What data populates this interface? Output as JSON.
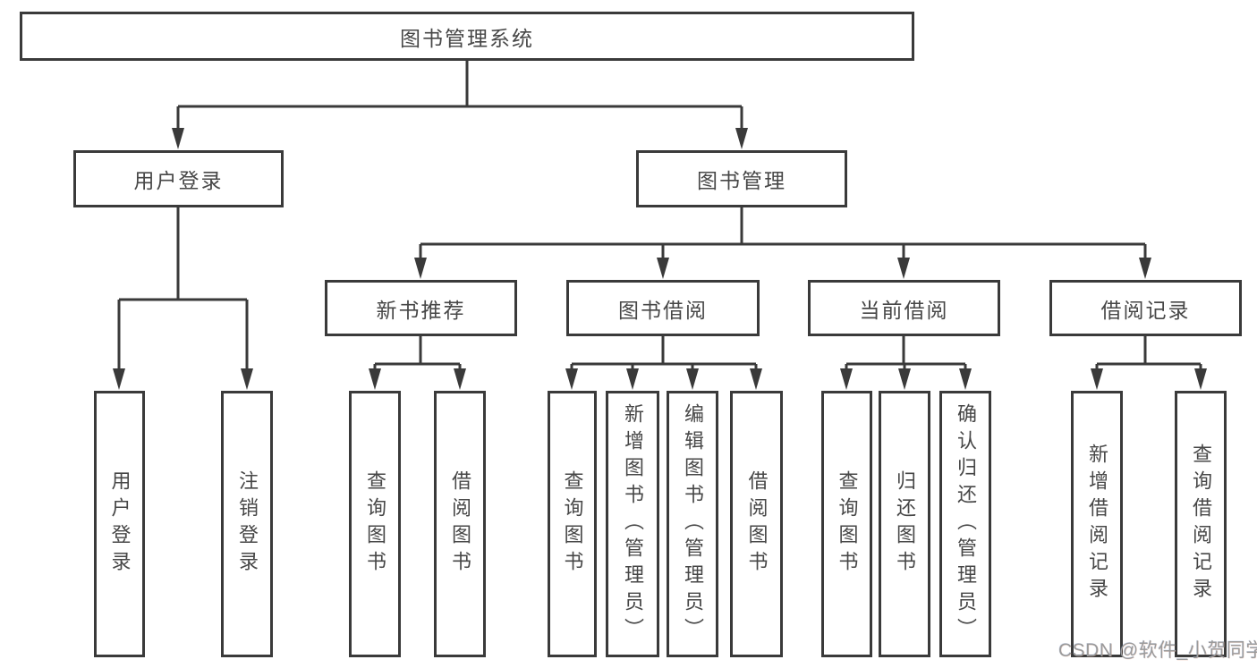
{
  "tree": {
    "label": "图书管理系统",
    "children": [
      {
        "label": "用户登录",
        "children": [
          {
            "label": "用户登录"
          },
          {
            "label": "注销登录"
          }
        ]
      },
      {
        "label": "图书管理",
        "children": [
          {
            "label": "新书推荐",
            "children": [
              {
                "label": "查询图书"
              },
              {
                "label": "借阅图书"
              }
            ]
          },
          {
            "label": "图书借阅",
            "children": [
              {
                "label": "查询图书"
              },
              {
                "label": "新增图书（管理员）"
              },
              {
                "label": "编辑图书（管理员）"
              },
              {
                "label": "借阅图书"
              }
            ]
          },
          {
            "label": "当前借阅",
            "children": [
              {
                "label": "查询图书"
              },
              {
                "label": "归还图书"
              },
              {
                "label": "确认归还（管理员）"
              }
            ]
          },
          {
            "label": "借阅记录",
            "children": [
              {
                "label": "新增借阅记录"
              },
              {
                "label": "查询借阅记录"
              }
            ]
          }
        ]
      }
    ]
  },
  "watermark": {
    "text": "CSDN @软件_小贺同学"
  },
  "colors": {
    "line": "#3a3a3a",
    "text": "#474747",
    "watermark": "#9b9b9b",
    "background": "#ffffff"
  }
}
